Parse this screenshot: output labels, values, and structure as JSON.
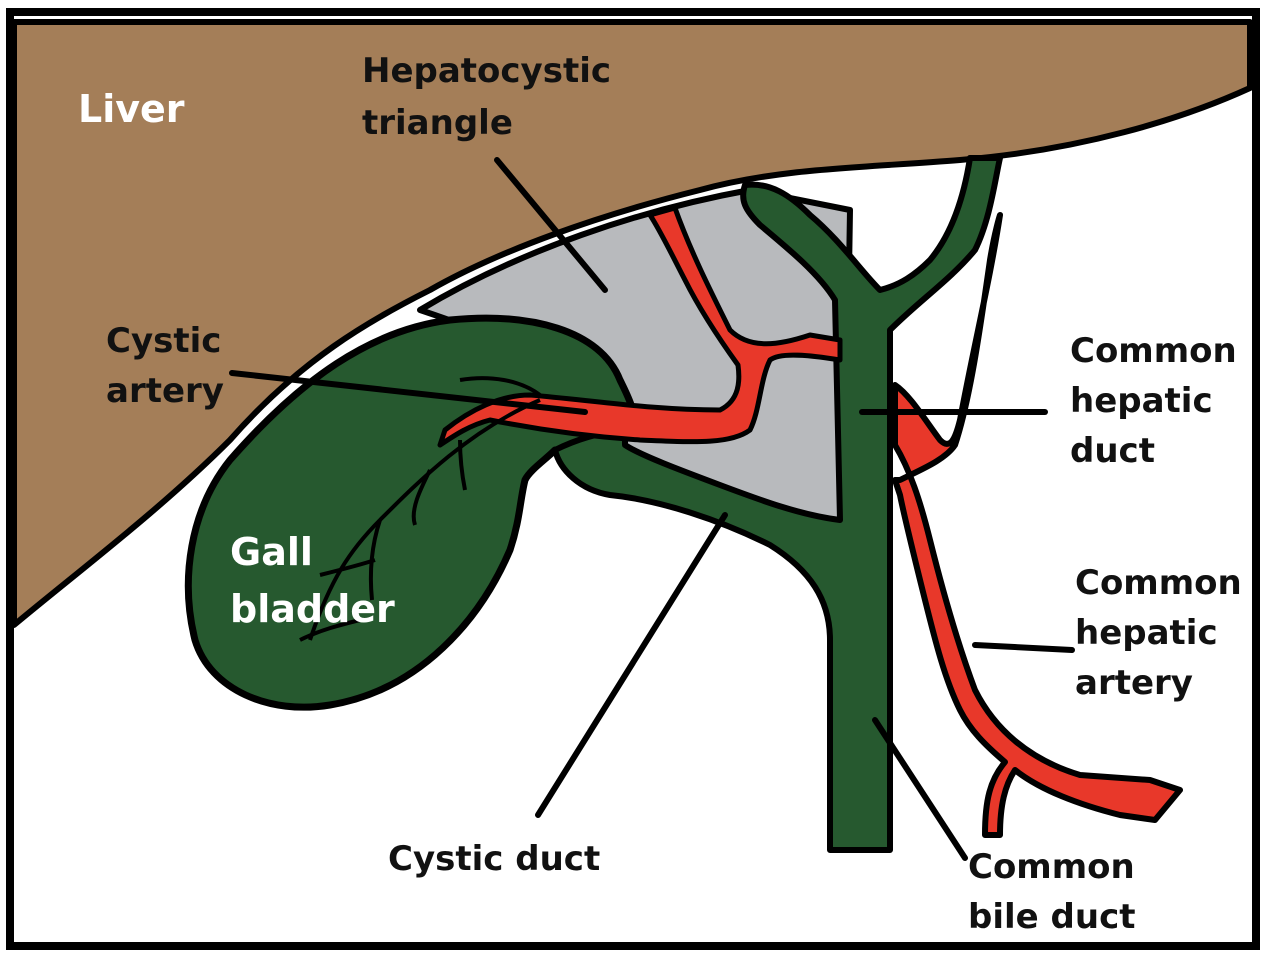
{
  "diagram": {
    "labels": {
      "liver": "Liver",
      "hepatocystic_triangle": [
        "Hepatocystic",
        "triangle"
      ],
      "cystic_artery": [
        "Cystic",
        "artery"
      ],
      "common_hepatic_duct": [
        "Common",
        "hepatic",
        "duct"
      ],
      "gall_bladder": [
        "Gall",
        "bladder"
      ],
      "common_hepatic_artery": [
        "Common",
        "hepatic",
        "artery"
      ],
      "cystic_duct": "Cystic duct",
      "common_bile_duct": [
        "Common",
        "bile duct"
      ]
    },
    "colors": {
      "liver": "#a47e58",
      "triangle": "#b8babd",
      "duct_green": "#26592f",
      "artery_red": "#e8382a",
      "outline": "#000000",
      "background": "#ffffff"
    }
  }
}
